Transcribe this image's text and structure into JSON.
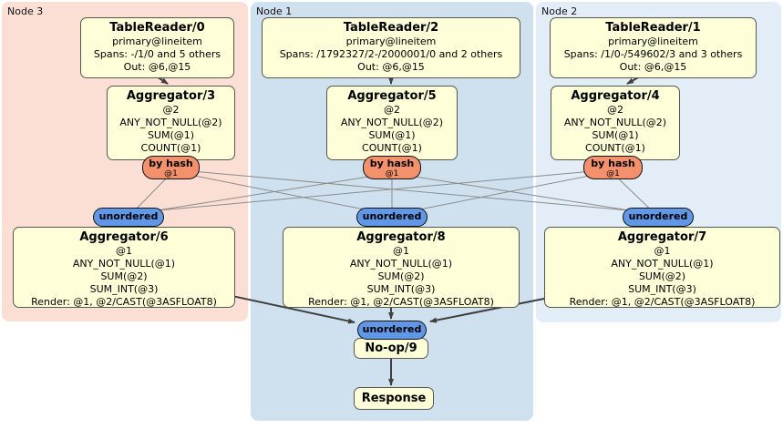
{
  "colors": {
    "node3_bg": "#fbdfd5",
    "node1_bg": "#cfe1ee",
    "node2_bg": "#e3edf7",
    "box_fill": "#feffd8",
    "box_border": "#55584f",
    "router_fill": "#f2916b",
    "sync_fill": "#6097e6",
    "edge_thick": "#3f3f3f",
    "edge_thin": "#8c8c8c"
  },
  "nodes": [
    {
      "label": "Node 3",
      "tableReader": {
        "title": "TableReader/0",
        "lines": [
          "primary@lineitem",
          "Spans: -/1/0 and 5 others",
          "Out: @6,@15"
        ]
      },
      "aggTop": {
        "title": "Aggregator/3",
        "lines": [
          "@2",
          "ANY_NOT_NULL(@2)",
          "SUM(@1)",
          "COUNT(@1)"
        ]
      },
      "router": {
        "label": "by hash",
        "stream": "@1"
      },
      "sync": {
        "label": "unordered"
      },
      "aggBottom": {
        "title": "Aggregator/6",
        "lines": [
          "@1",
          "ANY_NOT_NULL(@1)",
          "SUM(@2)",
          "SUM_INT(@3)",
          "Render: @1, @2/CAST(@3ASFLOAT8)"
        ]
      }
    },
    {
      "label": "Node 1",
      "tableReader": {
        "title": "TableReader/2",
        "lines": [
          "primary@lineitem",
          "Spans: /1792327/2-/2000001/0 and 2 others",
          "Out: @6,@15"
        ]
      },
      "aggTop": {
        "title": "Aggregator/5",
        "lines": [
          "@2",
          "ANY_NOT_NULL(@2)",
          "SUM(@1)",
          "COUNT(@1)"
        ]
      },
      "router": {
        "label": "by hash",
        "stream": "@1"
      },
      "sync": {
        "label": "unordered"
      },
      "aggBottom": {
        "title": "Aggregator/8",
        "lines": [
          "@1",
          "ANY_NOT_NULL(@1)",
          "SUM(@2)",
          "SUM_INT(@3)",
          "Render: @1, @2/CAST(@3ASFLOAT8)"
        ]
      }
    },
    {
      "label": "Node 2",
      "tableReader": {
        "title": "TableReader/1",
        "lines": [
          "primary@lineitem",
          "Spans: /1/0-/549602/3 and 3 others",
          "Out: @6,@15"
        ]
      },
      "aggTop": {
        "title": "Aggregator/4",
        "lines": [
          "@2",
          "ANY_NOT_NULL(@2)",
          "SUM(@1)",
          "COUNT(@1)"
        ]
      },
      "router": {
        "label": "by hash",
        "stream": "@1"
      },
      "sync": {
        "label": "unordered"
      },
      "aggBottom": {
        "title": "Aggregator/7",
        "lines": [
          "@1",
          "ANY_NOT_NULL(@1)",
          "SUM(@2)",
          "SUM_INT(@3)",
          "Render: @1, @2/CAST(@3ASFLOAT8)"
        ]
      }
    }
  ],
  "final": {
    "sync": {
      "label": "unordered"
    },
    "noop": "No-op/9",
    "response": "Response"
  }
}
